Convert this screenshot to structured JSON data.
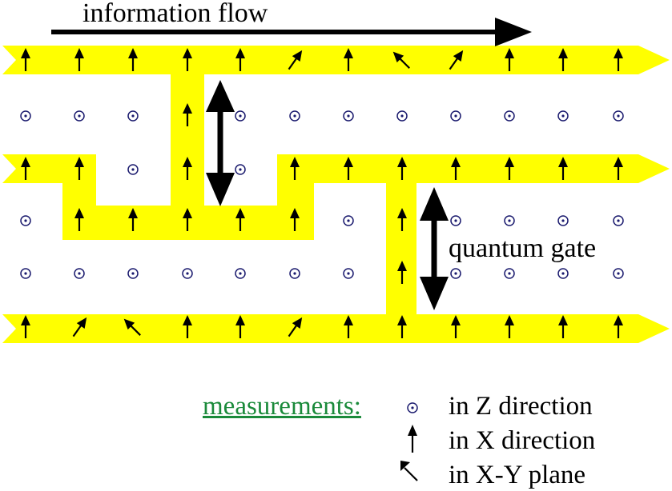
{
  "flow_label": "information  flow",
  "gate_label": "quantum  gate",
  "legend": {
    "title": "measurements:",
    "title_color": "#1a8a3a",
    "items": [
      {
        "symbol": "z-dot-icon",
        "text": "in Z direction"
      },
      {
        "symbol": "x-arrow-icon",
        "text": "in X direction"
      },
      {
        "symbol": "xy-arrow-icon",
        "text": "in X-Y plane"
      }
    ]
  },
  "colors": {
    "wire_fill": "#ffff00",
    "arrow": "#000000",
    "z_symbol": "#1a1a6e",
    "legend_title": "#1a8a3a"
  },
  "grid": {
    "rows": [
      [
        "X",
        "X",
        "X",
        "X",
        "X",
        "XY-right",
        "X",
        "XY-left",
        "XY-right",
        "X",
        "X",
        "X"
      ],
      [
        "Z",
        "Z",
        "Z",
        "X",
        "Z",
        "Z",
        "Z",
        "Z",
        "Z",
        "Z",
        "Z",
        "Z"
      ],
      [
        "X",
        "X",
        "Z",
        "X",
        "Z",
        "X",
        "X",
        "X",
        "X",
        "X",
        "X",
        "X"
      ],
      [
        "Z",
        "X",
        "X",
        "X",
        "X",
        "X",
        "Z",
        "X",
        "Z",
        "Z",
        "Z",
        "Z"
      ],
      [
        "Z",
        "Z",
        "Z",
        "Z",
        "Z",
        "Z",
        "Z",
        "X",
        "Z",
        "Z",
        "Z",
        "Z"
      ],
      [
        "X",
        "XY-right",
        "XY-left",
        "X",
        "X",
        "XY-right",
        "X",
        "X",
        "X",
        "X",
        "X",
        "X"
      ]
    ]
  }
}
